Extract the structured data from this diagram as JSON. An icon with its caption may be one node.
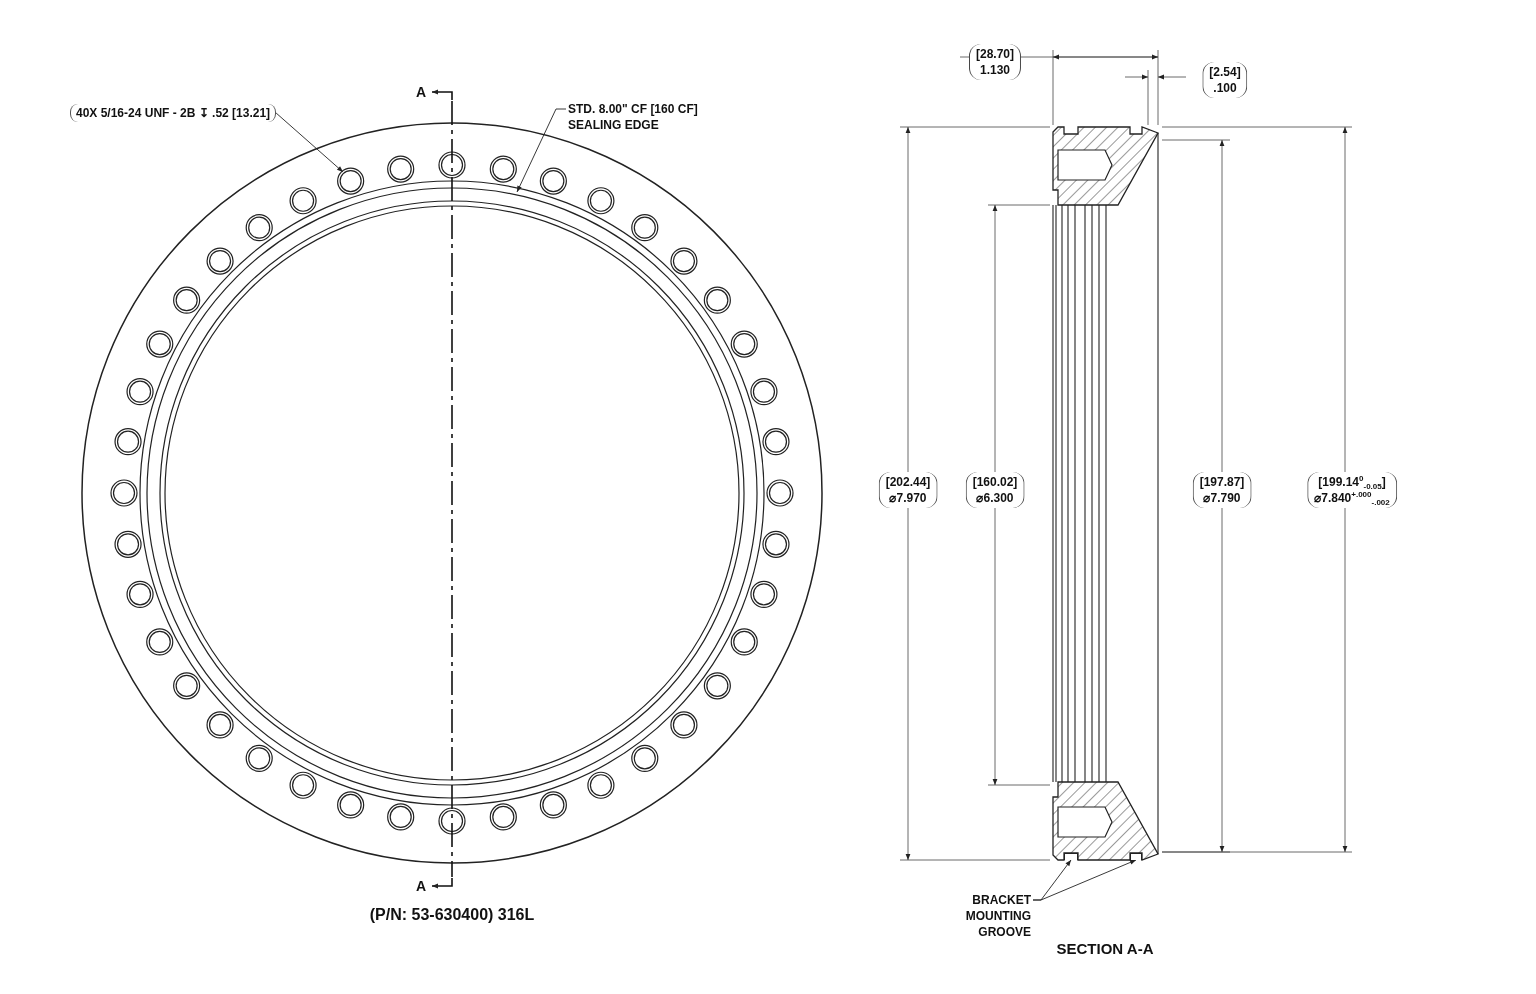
{
  "diagram": {
    "nodes": [
      {
        "text": [
          "40X 5/16-24 UNF - 2B ↧ .52 [13.21]"
        ]
      },
      {
        "text": [
          "STD. 8.00\" CF [160 CF] SEALING EDGE"
        ]
      },
      {
        "text": [
          "BRACKET MOUNTING GROOVE"
        ]
      },
      {
        "text": [],
        "shape": "notch"
      },
      {
        "text": [],
        "shape": "notch"
      }
    ],
    "edges": [
      {
        "from": 0,
        "to": null,
        "arrow": "to"
      },
      {
        "from": 1,
        "to": null,
        "arrow": "to"
      },
      {
        "from": 2,
        "to": 3,
        "arrow": "to"
      },
      {
        "from": 2,
        "to": 4,
        "arrow": "to"
      }
    ],
    "labels": [
      "[28.70]",
      "1.130",
      "A",
      "[2.54]",
      ".100",
      "[202.44]",
      "⌀7.970",
      "[160.02]",
      "⌀6.300",
      "[197.87]",
      "⌀7.790",
      "[199.14$^{0}$$_{-0.05}$]",
      "⌀7.840$^{+.000}$$_{-.002}$",
      "A",
      "(P/N: 53-630400) 316L",
      "SECTION A-A"
    ]
  }
}
